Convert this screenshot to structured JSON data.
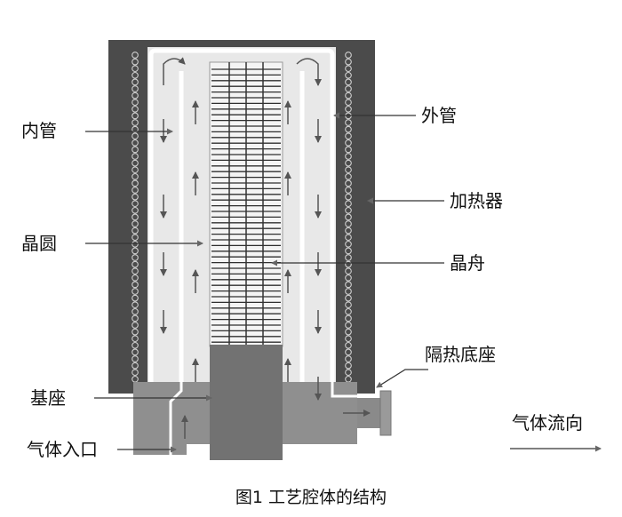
{
  "labels": {
    "inner_tube": "内管",
    "outer_tube": "外管",
    "heater": "加热器",
    "wafer": "晶圆",
    "wafer_boat": "晶舟",
    "insulated_base": "隔热底座",
    "pedestal": "基座",
    "gas_inlet": "气体入口",
    "gas_flow": "气体流向"
  },
  "caption": "图1  工艺腔体的结构",
  "colors": {
    "heater": "#4b4b4b",
    "tube_fill": "#e6e6e6",
    "base": "#8f8f8f",
    "pedestal": "#7a7a7a",
    "arrow": "#555555",
    "text": "#111111"
  },
  "icons": [
    "flow-arrow-icon",
    "heater-coil-icon"
  ]
}
